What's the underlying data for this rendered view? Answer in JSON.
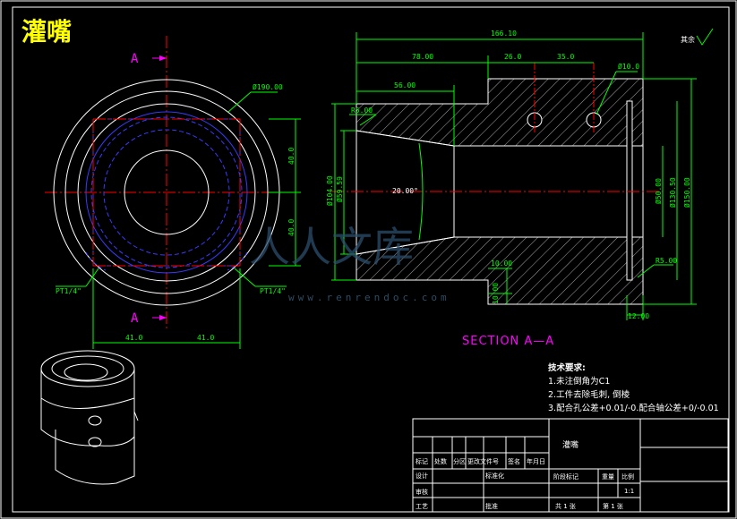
{
  "title": "灌嘴",
  "section_label": "SECTION A—A",
  "view_markers": {
    "top": "A",
    "bottom": "A"
  },
  "front_view": {
    "dia_label": "Ø190.00",
    "dim_40_upper": "40.0",
    "dim_40_lower": "40.0",
    "dim_41_left": "41.0",
    "dim_41_right": "41.0",
    "thread_left": "PT1/4\"",
    "thread_right": "PT1/4\""
  },
  "section_view": {
    "overall_length": "166.10",
    "dim_78": "78.00",
    "dim_26": "26.0",
    "dim_35": "35.0",
    "dim_56": "56.00",
    "hole_dia": "Ø10.0",
    "chamfer_r5": "R5.00",
    "chamfer_r5_b": "R5.00",
    "angle": "20.00°",
    "dia_left_outer": "Ø104.00",
    "dia_left_inner": "Ø59.59",
    "dia_right_1": "Ø50.00",
    "dia_right_2": "Ø130.50",
    "dia_right_3": "Ø150.00",
    "step_10": "10.00",
    "step_10b": "10.00",
    "dim_12": "12.00",
    "roughness": "其余"
  },
  "tech_notes": {
    "heading": "技术要求:",
    "items": [
      "1.未注倒角为C1",
      "2.工件去除毛刺, 倒棱",
      "3.配合孔公差+0.01/-0.配合轴公差+0/-0.01"
    ]
  },
  "title_block": {
    "part_name": "灌嘴",
    "h_mark": "标记",
    "h_count": "处数",
    "h_zone": "分区",
    "h_docno": "更改文件号",
    "h_sign": "签名",
    "h_date": "年月日",
    "design": "设计",
    "standard": "标准化",
    "stage": "阶段标记",
    "weight": "重量",
    "scale": "比例",
    "scale_value": "1:1",
    "review": "审核",
    "process": "工艺",
    "approve": "批准",
    "sheets": "共 1 张",
    "sheet_no": "第 1 张"
  },
  "watermark": {
    "text": "人人文库",
    "url": "www.renrendoc.com"
  },
  "colors": {
    "background": "#000000",
    "outline": "#ffffff",
    "dimension": "#00ff00",
    "centerline": "#ff0000",
    "hidden": "#3333ff",
    "section_label": "#ff00ff",
    "title": "#ffff00"
  }
}
